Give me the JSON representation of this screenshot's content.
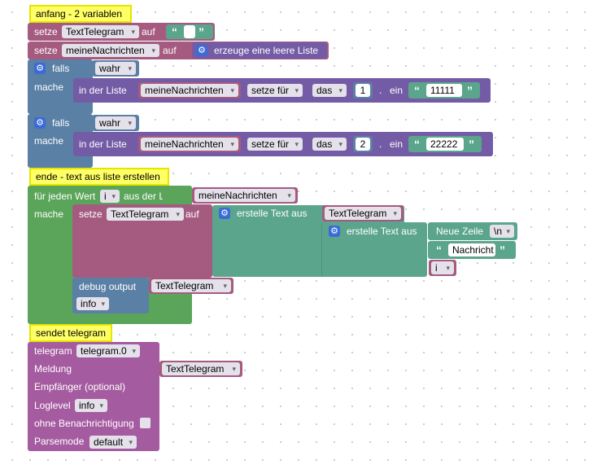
{
  "comments": {
    "c1": "anfang - 2 variablen",
    "c2": "ende - text aus liste erstellen",
    "c3": "sendet telegram"
  },
  "set1": {
    "keyword": "setze",
    "variable": "TextTelegram",
    "to": "auf",
    "quote_open": "“",
    "quote_close": "”"
  },
  "set2": {
    "keyword": "setze",
    "variable": "meineNachrichten",
    "to": "auf",
    "create": "erzeuge eine leere Liste"
  },
  "if1": {
    "if": "falls",
    "cond": "wahr",
    "do": "mache",
    "in_list": "in der Liste",
    "list_var": "meineNachrichten",
    "mode": "setze für",
    "what": "das",
    "index": "1",
    "dot": ".",
    "in": "ein",
    "quote_open": "“",
    "quote_close": "”",
    "value": "11111"
  },
  "if2": {
    "if": "falls",
    "cond": "wahr",
    "do": "mache",
    "in_list": "in der Liste",
    "list_var": "meineNachrichten",
    "mode": "setze für",
    "what": "das",
    "index": "2",
    "dot": ".",
    "in": "ein",
    "quote_open": "“",
    "quote_close": "”",
    "value": "22222"
  },
  "foreach": {
    "for_each": "für jeden Wert",
    "var": "i",
    "from_list": "aus der Liste",
    "list_var": "meineNachrichten",
    "do": "mache",
    "set_keyword": "setze",
    "set_var": "TextTelegram",
    "set_to": "auf",
    "join1": "erstelle Text aus",
    "join1_var": "TextTelegram",
    "join2": "erstelle Text aus",
    "newline": "Neue Zeile",
    "newline_opt": "\\n",
    "text_value": "Nachricht",
    "quote_open": "“",
    "quote_close": "”",
    "item_var": "i",
    "debug": "debug output",
    "debug_var": "TextTelegram",
    "debug_level": "info"
  },
  "telegram": {
    "label": "telegram",
    "instance": "telegram.0",
    "message": "Meldung",
    "message_var": "TextTelegram",
    "recipient": "Empfänger (optional)",
    "loglevel": "Loglevel",
    "loglevel_value": "info",
    "silent": "ohne Benachrichtigung",
    "parsemode": "Parsemode",
    "parsemode_value": "default"
  },
  "colors": {
    "variables": "#a55b80",
    "lists": "#745ba5",
    "logic": "#5b80a5",
    "loops": "#5ba55b",
    "text": "#5ba58c",
    "telegram": "#a55ba0",
    "comment": "#ffff66"
  },
  "icons": {
    "gear": "gear-icon",
    "dropdown": "chevron-down-icon"
  }
}
